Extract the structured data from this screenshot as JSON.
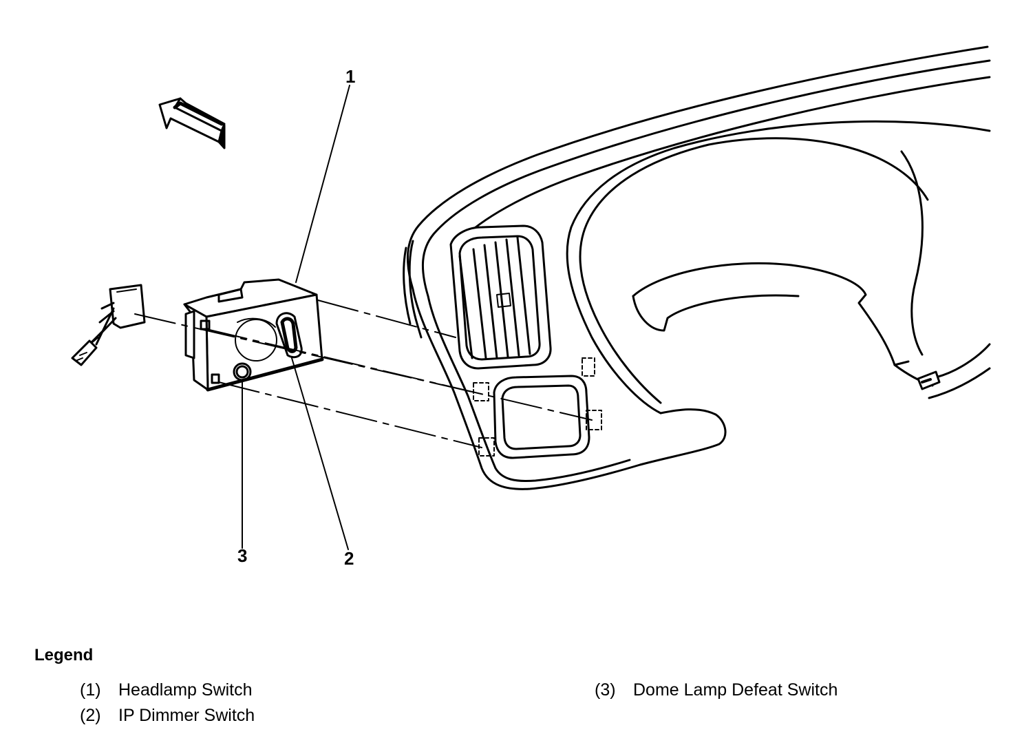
{
  "callouts": [
    "1",
    "2",
    "3"
  ],
  "legend": {
    "title": "Legend",
    "items": [
      {
        "num": "(1)",
        "label": "Headlamp Switch"
      },
      {
        "num": "(2)",
        "label": "IP Dimmer Switch"
      },
      {
        "num": "(3)",
        "label": "Dome Lamp Defeat Switch"
      }
    ]
  }
}
